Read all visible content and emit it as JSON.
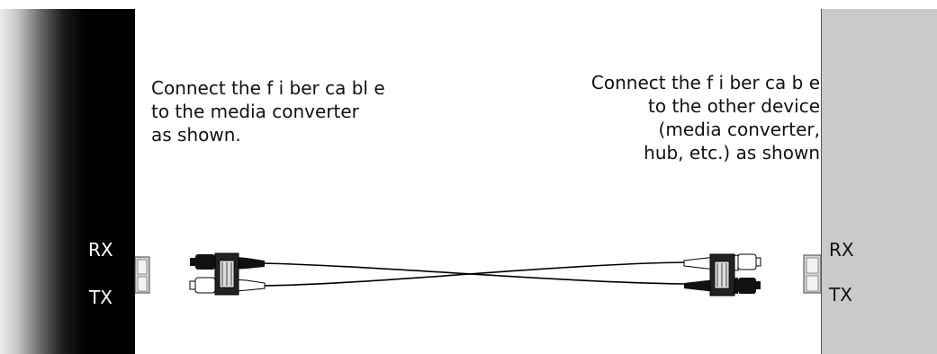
{
  "left_device": {
    "port_labels": {
      "rx": "RX",
      "tx": "TX"
    },
    "caption_lines": [
      "Connect the f i ber ca bl e",
      "to the media converter",
      "as shown."
    ]
  },
  "right_device": {
    "port_labels": {
      "rx": "RX",
      "tx": "TX"
    },
    "caption_lines": [
      "Connect the f i ber ca b e",
      "to the other device",
      "(media converter,",
      "hub, etc.) as shown"
    ]
  },
  "colors": {
    "left_device": "#000000",
    "right_device": "#cacaca",
    "port": "#d6d6d6",
    "connector_dark": "#111111",
    "connector_light": "#ffffff",
    "cable": "#000000"
  }
}
